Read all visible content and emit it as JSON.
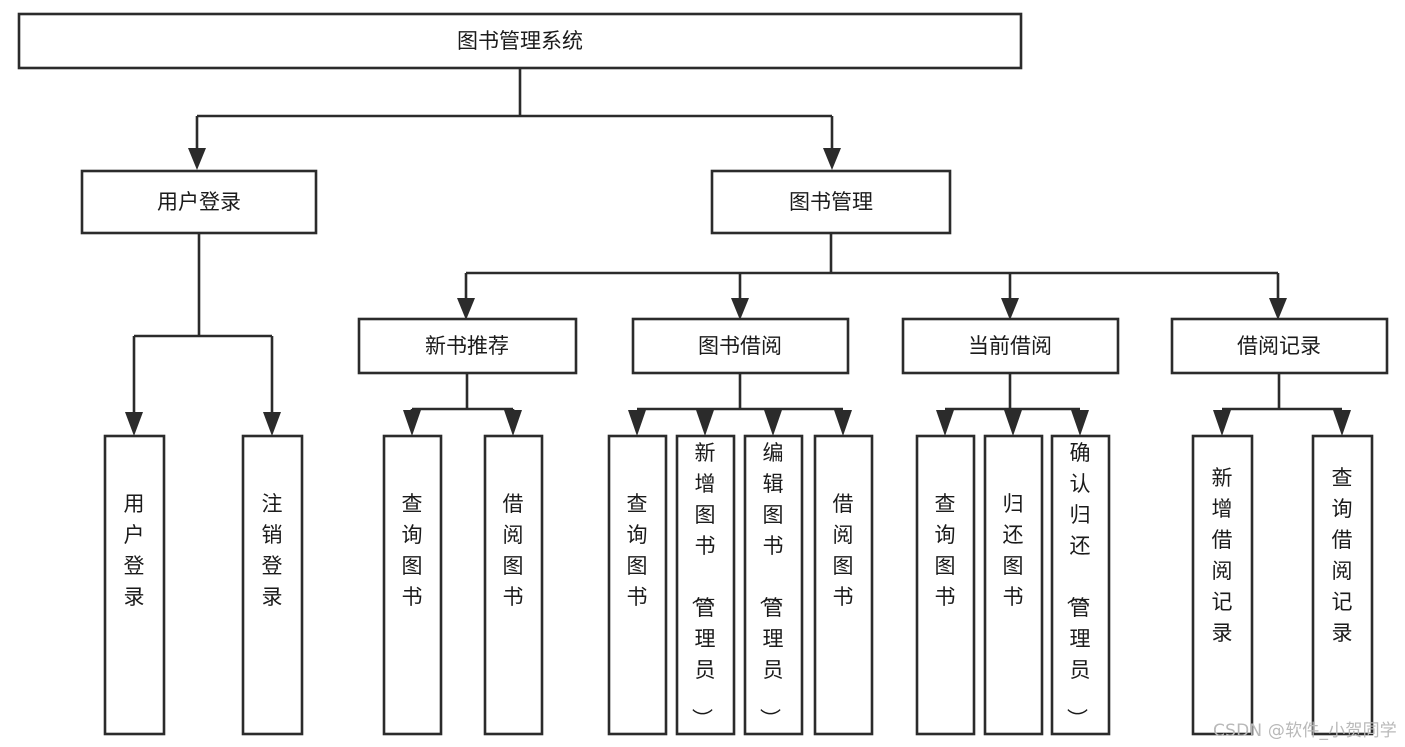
{
  "diagram": {
    "type": "hierarchy-tree",
    "title": "图书管理系统",
    "colors": {
      "box_stroke": "#2b2b2b",
      "box_fill": "#ffffff",
      "connector": "#2b2b2b",
      "text": "#1b1b1b",
      "watermark": "#b9b9b9",
      "background": "#ffffff"
    },
    "root": {
      "label": "图书管理系统"
    },
    "level2": [
      {
        "label": "用户登录"
      },
      {
        "label": "图书管理"
      }
    ],
    "level3": [
      {
        "label": "新书推荐"
      },
      {
        "label": "图书借阅"
      },
      {
        "label": "当前借阅"
      },
      {
        "label": "借阅记录"
      }
    ],
    "leaves": {
      "user_login": [
        {
          "label": "用户登录"
        },
        {
          "label": "注销登录"
        }
      ],
      "new_book_recommend": [
        {
          "label": "查询图书"
        },
        {
          "label": "借阅图书"
        }
      ],
      "book_borrow": [
        {
          "label": "查询图书"
        },
        {
          "label": "新增图书（管理员）"
        },
        {
          "label": "编辑图书（管理员）"
        },
        {
          "label": "借阅图书"
        }
      ],
      "current_borrow": [
        {
          "label": "查询图书"
        },
        {
          "label": "归还图书"
        },
        {
          "label": "确认归还（管理员）"
        }
      ],
      "borrow_record": [
        {
          "label": "新增借阅记录"
        },
        {
          "label": "查询借阅记录"
        }
      ]
    }
  },
  "watermark": {
    "text": "CSDN @软件_小贺同学"
  }
}
